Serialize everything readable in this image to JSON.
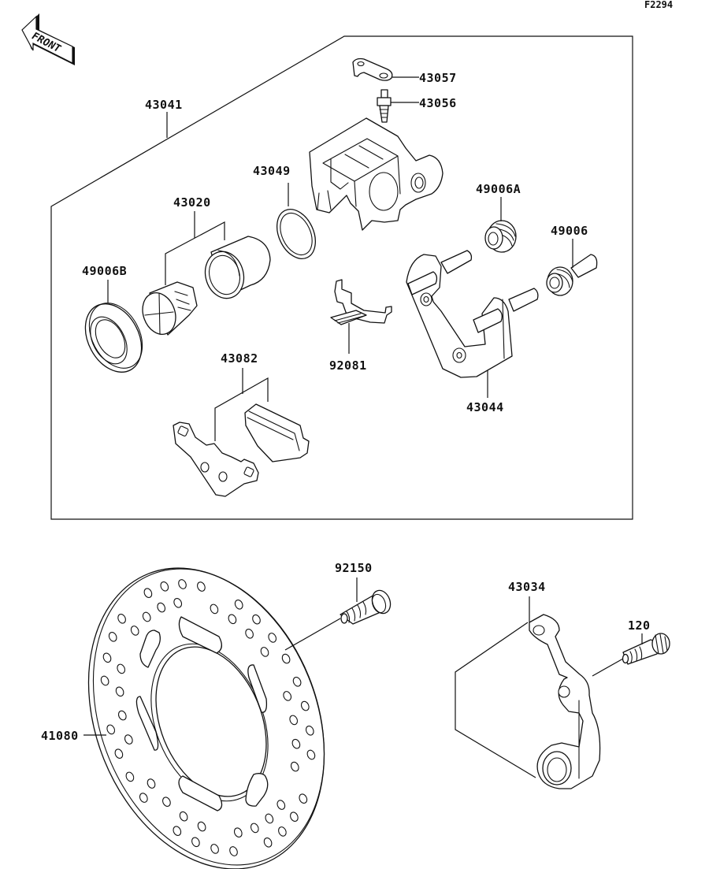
{
  "figure_code": "F2294",
  "front_indicator": "FRONT",
  "colors": {
    "ink": "#111111",
    "background": "#ffffff"
  },
  "callouts": {
    "p43041": "43041",
    "p43057": "43057",
    "p43056": "43056",
    "p43049": "43049",
    "p43020": "43020",
    "p49006A": "49006A",
    "p49006": "49006",
    "p49006B": "49006B",
    "p92081": "92081",
    "p43044": "43044",
    "p43082": "43082",
    "p92150": "92150",
    "p43034": "43034",
    "p120": "120",
    "p41080": "41080"
  },
  "parts": [
    {
      "ref": "43041",
      "depicts": "caliper assembly (boxed group)"
    },
    {
      "ref": "43057",
      "depicts": "bleeder cap"
    },
    {
      "ref": "43056",
      "depicts": "bleeder valve"
    },
    {
      "ref": "43049",
      "depicts": "seal ring"
    },
    {
      "ref": "43020",
      "depicts": "piston set"
    },
    {
      "ref": "49006A",
      "depicts": "boot"
    },
    {
      "ref": "49006",
      "depicts": "pin with boot"
    },
    {
      "ref": "49006B",
      "depicts": "dust seal"
    },
    {
      "ref": "92081",
      "depicts": "spring clip"
    },
    {
      "ref": "43044",
      "depicts": "caliper bracket"
    },
    {
      "ref": "43082",
      "depicts": "brake pad set"
    },
    {
      "ref": "92150",
      "depicts": "disc bolt"
    },
    {
      "ref": "43034",
      "depicts": "caliper mount bracket"
    },
    {
      "ref": "120",
      "depicts": "bolt"
    },
    {
      "ref": "41080",
      "depicts": "brake disc"
    }
  ]
}
